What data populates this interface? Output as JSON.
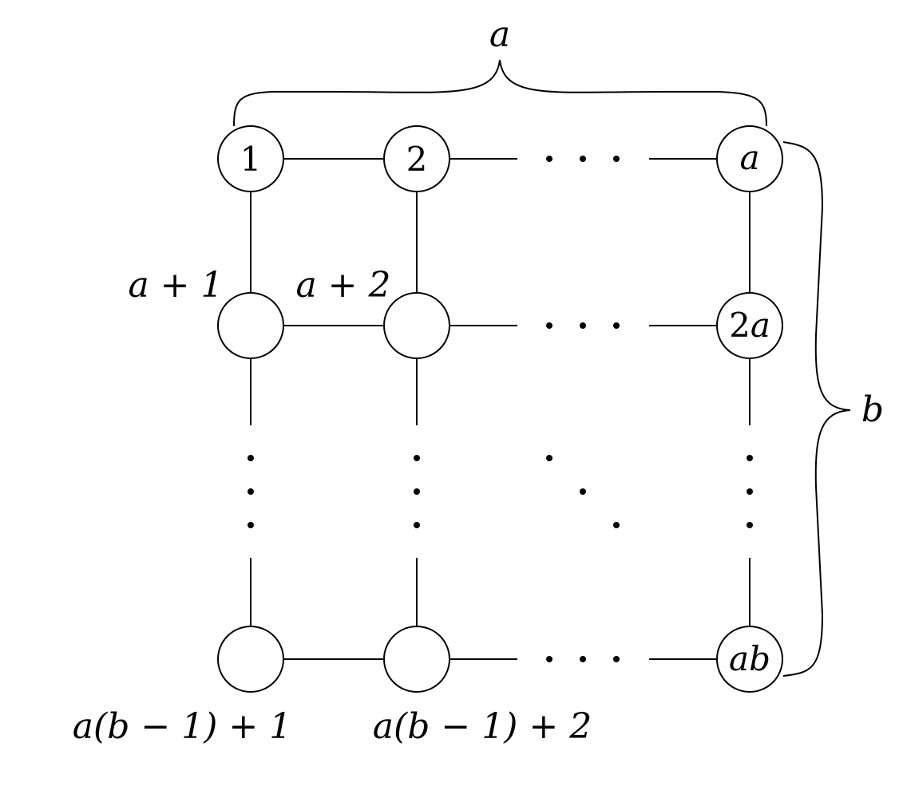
{
  "diagram": {
    "top_brace_label": "a",
    "right_brace_label": "b",
    "nodes": [
      {
        "id": "node-1",
        "label": "1",
        "italic": false
      },
      {
        "id": "node-2",
        "label": "2",
        "italic": false
      },
      {
        "id": "node-a",
        "label": "a",
        "italic": true
      },
      {
        "id": "node-a-plus-1",
        "label": "",
        "italic": false
      },
      {
        "id": "node-a-plus-2",
        "label": "",
        "italic": false
      },
      {
        "id": "node-2a",
        "label": "2a",
        "italic": true
      },
      {
        "id": "node-ab-minus-1-plus-1",
        "label": "",
        "italic": false
      },
      {
        "id": "node-ab-minus-1-plus-2",
        "label": "",
        "italic": false
      },
      {
        "id": "node-ab",
        "label": "ab",
        "italic": true
      }
    ],
    "outside_labels": {
      "a_plus_1": "a + 1",
      "a_plus_2": "a + 2",
      "ab_minus_1_plus_1": "a(b − 1) + 1",
      "ab_minus_1_plus_2": "a(b − 1) + 2"
    }
  }
}
